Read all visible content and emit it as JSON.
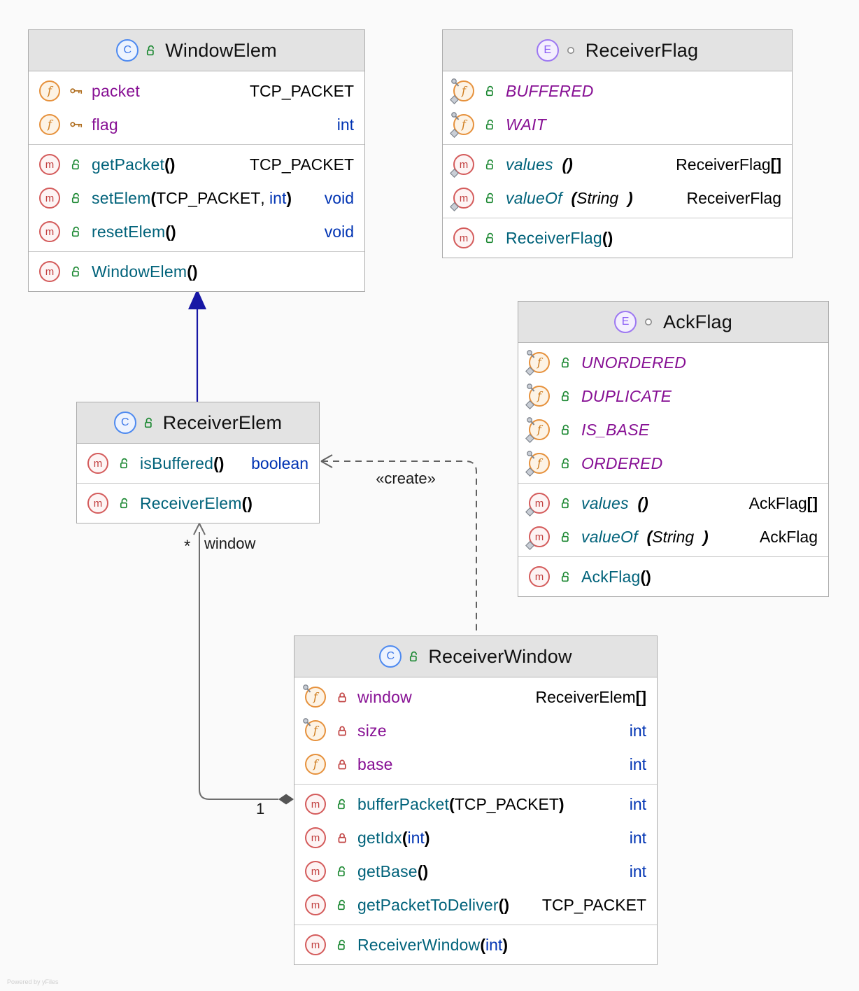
{
  "labels": {
    "create": "«create»",
    "window_mult": "*",
    "window_name": "window",
    "one": "1"
  },
  "watermark": "Powered by yFiles",
  "icon_letters": {
    "field": "f",
    "method": "m",
    "class": "C",
    "enum": "E"
  },
  "colors": {
    "inheritance_edge": "#1717A5",
    "gray_edge": "#616161",
    "field_name": "#871094",
    "method_name": "#00627A",
    "keyword_type": "#0033B3",
    "header_bg": "#E3E3E3"
  },
  "classes": [
    {
      "id": "windowelem",
      "kind": "class",
      "icon_letter": "C",
      "head_vis": "public",
      "title": "WindowElem",
      "sections": [
        {
          "rows": [
            {
              "icon": "field",
              "deco": [],
              "vis": "key",
              "name": "packet",
              "nameStyle": "field",
              "italic": false,
              "args": [],
              "ret": [
                {
                  "t": "TCP_PACKET",
                  "c": "p"
                }
              ]
            },
            {
              "icon": "field",
              "deco": [],
              "vis": "key",
              "name": "flag",
              "nameStyle": "field",
              "italic": false,
              "args": [],
              "ret": [
                {
                  "t": "int",
                  "c": "kw"
                }
              ]
            }
          ]
        },
        {
          "rows": [
            {
              "icon": "method",
              "deco": [],
              "vis": "public",
              "name": "getPacket",
              "nameStyle": "method",
              "italic": false,
              "args": [
                {
                  "t": "()",
                  "c": "pb"
                }
              ],
              "ret": [
                {
                  "t": "TCP_PACKET",
                  "c": "p"
                }
              ]
            },
            {
              "icon": "method",
              "deco": [],
              "vis": "public",
              "name": "setElem",
              "nameStyle": "method",
              "italic": false,
              "args": [
                {
                  "t": "(",
                  "c": "pb"
                },
                {
                  "t": "TCP_PACKET",
                  "c": "p"
                },
                {
                  "t": ", ",
                  "c": "p"
                },
                {
                  "t": "int",
                  "c": "kw"
                },
                {
                  "t": ")",
                  "c": "pb"
                }
              ],
              "ret": [
                {
                  "t": "void",
                  "c": "kw"
                }
              ]
            },
            {
              "icon": "method",
              "deco": [],
              "vis": "public",
              "name": "resetElem",
              "nameStyle": "method",
              "italic": false,
              "args": [
                {
                  "t": "()",
                  "c": "pb"
                }
              ],
              "ret": [
                {
                  "t": "void",
                  "c": "kw"
                }
              ]
            }
          ]
        },
        {
          "rows": [
            {
              "icon": "method",
              "deco": [],
              "vis": "public",
              "name": "WindowElem",
              "nameStyle": "method",
              "italic": false,
              "args": [
                {
                  "t": "()",
                  "c": "pb"
                }
              ],
              "ret": []
            }
          ]
        }
      ]
    },
    {
      "id": "receiverflag",
      "kind": "enum",
      "icon_letter": "E",
      "head_vis": "none",
      "title": "ReceiverFlag",
      "sections": [
        {
          "rows": [
            {
              "icon": "field",
              "deco": [
                "pin",
                "diamond"
              ],
              "vis": "public",
              "name": "BUFFERED",
              "nameStyle": "field",
              "italic": true,
              "args": [],
              "ret": []
            },
            {
              "icon": "field",
              "deco": [
                "pin",
                "diamond"
              ],
              "vis": "public",
              "name": "WAIT",
              "nameStyle": "field",
              "italic": true,
              "args": [],
              "ret": []
            }
          ]
        },
        {
          "rows": [
            {
              "icon": "method",
              "deco": [
                "diamond"
              ],
              "vis": "public",
              "name": "values",
              "nameStyle": "method",
              "italic": true,
              "args": [
                {
                  "t": "  ()",
                  "c": "pbi"
                }
              ],
              "ret": [
                {
                  "t": "ReceiverFlag",
                  "c": "p"
                },
                {
                  "t": "[]",
                  "c": "pb"
                }
              ]
            },
            {
              "icon": "method",
              "deco": [
                "diamond"
              ],
              "vis": "public",
              "name": "valueOf",
              "nameStyle": "method",
              "italic": true,
              "args": [
                {
                  "t": "  (",
                  "c": "pbi"
                },
                {
                  "t": "String  ",
                  "c": "pi"
                },
                {
                  "t": ")",
                  "c": "pbi"
                }
              ],
              "ret": [
                {
                  "t": "ReceiverFlag",
                  "c": "p"
                }
              ]
            }
          ]
        },
        {
          "rows": [
            {
              "icon": "method",
              "deco": [],
              "vis": "public",
              "name": "ReceiverFlag",
              "nameStyle": "method",
              "italic": false,
              "args": [
                {
                  "t": "()",
                  "c": "pb"
                }
              ],
              "ret": []
            }
          ]
        }
      ]
    },
    {
      "id": "ackflag",
      "kind": "enum",
      "icon_letter": "E",
      "head_vis": "none",
      "title": "AckFlag",
      "sections": [
        {
          "rows": [
            {
              "icon": "field",
              "deco": [
                "pin",
                "diamond"
              ],
              "vis": "public",
              "name": "UNORDERED",
              "nameStyle": "field",
              "italic": true,
              "args": [],
              "ret": []
            },
            {
              "icon": "field",
              "deco": [
                "pin",
                "diamond"
              ],
              "vis": "public",
              "name": "DUPLICATE",
              "nameStyle": "field",
              "italic": true,
              "args": [],
              "ret": []
            },
            {
              "icon": "field",
              "deco": [
                "pin",
                "diamond"
              ],
              "vis": "public",
              "name": "IS_BASE",
              "nameStyle": "field",
              "italic": true,
              "args": [],
              "ret": []
            },
            {
              "icon": "field",
              "deco": [
                "pin",
                "diamond"
              ],
              "vis": "public",
              "name": "ORDERED",
              "nameStyle": "field",
              "italic": true,
              "args": [],
              "ret": []
            }
          ]
        },
        {
          "rows": [
            {
              "icon": "method",
              "deco": [
                "diamond"
              ],
              "vis": "public",
              "name": "values",
              "nameStyle": "method",
              "italic": true,
              "args": [
                {
                  "t": "  ()",
                  "c": "pbi"
                }
              ],
              "ret": [
                {
                  "t": "AckFlag",
                  "c": "p"
                },
                {
                  "t": "[]",
                  "c": "pb"
                }
              ]
            },
            {
              "icon": "method",
              "deco": [
                "diamond"
              ],
              "vis": "public",
              "name": "valueOf",
              "nameStyle": "method",
              "italic": true,
              "args": [
                {
                  "t": "  (",
                  "c": "pbi"
                },
                {
                  "t": "String  ",
                  "c": "pi"
                },
                {
                  "t": ")",
                  "c": "pbi"
                }
              ],
              "ret": [
                {
                  "t": "AckFlag",
                  "c": "p"
                }
              ]
            }
          ]
        },
        {
          "rows": [
            {
              "icon": "method",
              "deco": [],
              "vis": "public",
              "name": "AckFlag",
              "nameStyle": "method",
              "italic": false,
              "args": [
                {
                  "t": "()",
                  "c": "pb"
                }
              ],
              "ret": []
            }
          ]
        }
      ]
    },
    {
      "id": "receiverelem",
      "kind": "class",
      "icon_letter": "C",
      "head_vis": "public",
      "title": "ReceiverElem",
      "sections": [
        {
          "rows": [
            {
              "icon": "method",
              "deco": [],
              "vis": "public",
              "name": "isBuffered",
              "nameStyle": "method",
              "italic": false,
              "args": [
                {
                  "t": "()",
                  "c": "pb"
                }
              ],
              "ret": [
                {
                  "t": "boolean",
                  "c": "kw"
                }
              ]
            }
          ]
        },
        {
          "rows": [
            {
              "icon": "method",
              "deco": [],
              "vis": "public",
              "name": "ReceiverElem",
              "nameStyle": "method",
              "italic": false,
              "args": [
                {
                  "t": "()",
                  "c": "pb"
                }
              ],
              "ret": []
            }
          ]
        }
      ]
    },
    {
      "id": "receiverwindow",
      "kind": "class",
      "icon_letter": "C",
      "head_vis": "public",
      "title": "ReceiverWindow",
      "sections": [
        {
          "rows": [
            {
              "icon": "field",
              "deco": [
                "pin"
              ],
              "vis": "private",
              "name": "window",
              "nameStyle": "field",
              "italic": false,
              "args": [],
              "ret": [
                {
                  "t": "ReceiverElem",
                  "c": "p"
                },
                {
                  "t": "[]",
                  "c": "pb"
                }
              ]
            },
            {
              "icon": "field",
              "deco": [
                "pin"
              ],
              "vis": "private",
              "name": "size",
              "nameStyle": "field",
              "italic": false,
              "args": [],
              "ret": [
                {
                  "t": "int",
                  "c": "kw"
                }
              ]
            },
            {
              "icon": "field",
              "deco": [],
              "vis": "private",
              "name": "base",
              "nameStyle": "field",
              "italic": false,
              "args": [],
              "ret": [
                {
                  "t": "int",
                  "c": "kw"
                }
              ]
            }
          ]
        },
        {
          "rows": [
            {
              "icon": "method",
              "deco": [],
              "vis": "public",
              "name": "bufferPacket",
              "nameStyle": "method",
              "italic": false,
              "args": [
                {
                  "t": "(",
                  "c": "pb"
                },
                {
                  "t": "TCP_PACKET",
                  "c": "p"
                },
                {
                  "t": ")",
                  "c": "pb"
                }
              ],
              "ret": [
                {
                  "t": "int",
                  "c": "kw"
                }
              ]
            },
            {
              "icon": "method",
              "deco": [],
              "vis": "private",
              "name": "getIdx",
              "nameStyle": "method",
              "italic": false,
              "args": [
                {
                  "t": "(",
                  "c": "pb"
                },
                {
                  "t": "int",
                  "c": "kw"
                },
                {
                  "t": ")",
                  "c": "pb"
                }
              ],
              "ret": [
                {
                  "t": "int",
                  "c": "kw"
                }
              ]
            },
            {
              "icon": "method",
              "deco": [],
              "vis": "public",
              "name": "getBase",
              "nameStyle": "method",
              "italic": false,
              "args": [
                {
                  "t": "()",
                  "c": "pb"
                }
              ],
              "ret": [
                {
                  "t": "int",
                  "c": "kw"
                }
              ]
            },
            {
              "icon": "method",
              "deco": [],
              "vis": "public",
              "name": "getPacketToDeliver",
              "nameStyle": "method",
              "italic": false,
              "args": [
                {
                  "t": "()",
                  "c": "pb"
                }
              ],
              "ret": [
                {
                  "t": "TCP_PACKET",
                  "c": "p"
                }
              ]
            }
          ]
        },
        {
          "rows": [
            {
              "icon": "method",
              "deco": [],
              "vis": "public",
              "name": "ReceiverWindow",
              "nameStyle": "method",
              "italic": false,
              "args": [
                {
                  "t": "(",
                  "c": "pb"
                },
                {
                  "t": "int",
                  "c": "kw"
                },
                {
                  "t": ")",
                  "c": "pb"
                }
              ],
              "ret": []
            }
          ]
        }
      ]
    }
  ]
}
